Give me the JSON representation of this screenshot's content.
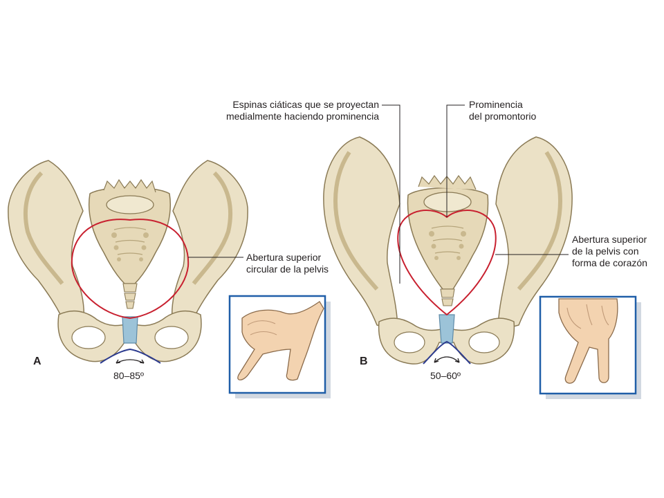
{
  "figure": {
    "panel_a": {
      "letter": "A",
      "angle": "80–85º",
      "label_lines": [
        "Abertura superior",
        "circular de la pelvis"
      ]
    },
    "panel_b": {
      "letter": "B",
      "angle": "50–60º",
      "label_spines_lines": [
        "Espinas ciáticas que se proyectan",
        "medialmente haciendo prominencia"
      ],
      "label_promontory_lines": [
        "Prominencia",
        "del promontorio"
      ],
      "label_inlet_lines": [
        "Abertura superior",
        "de la pelvis con",
        "forma de corazón"
      ]
    }
  },
  "colors": {
    "bone": "#ebe1c6",
    "bone_shadow": "#c9b88e",
    "bone_outline": "#8a7a55",
    "inlet_outline": "#c8202f",
    "symphysis": "#9cc3d8",
    "angle_arc": "#2c3b8f",
    "box_border": "#1f5ea8",
    "skin": "#f3d3b0"
  }
}
